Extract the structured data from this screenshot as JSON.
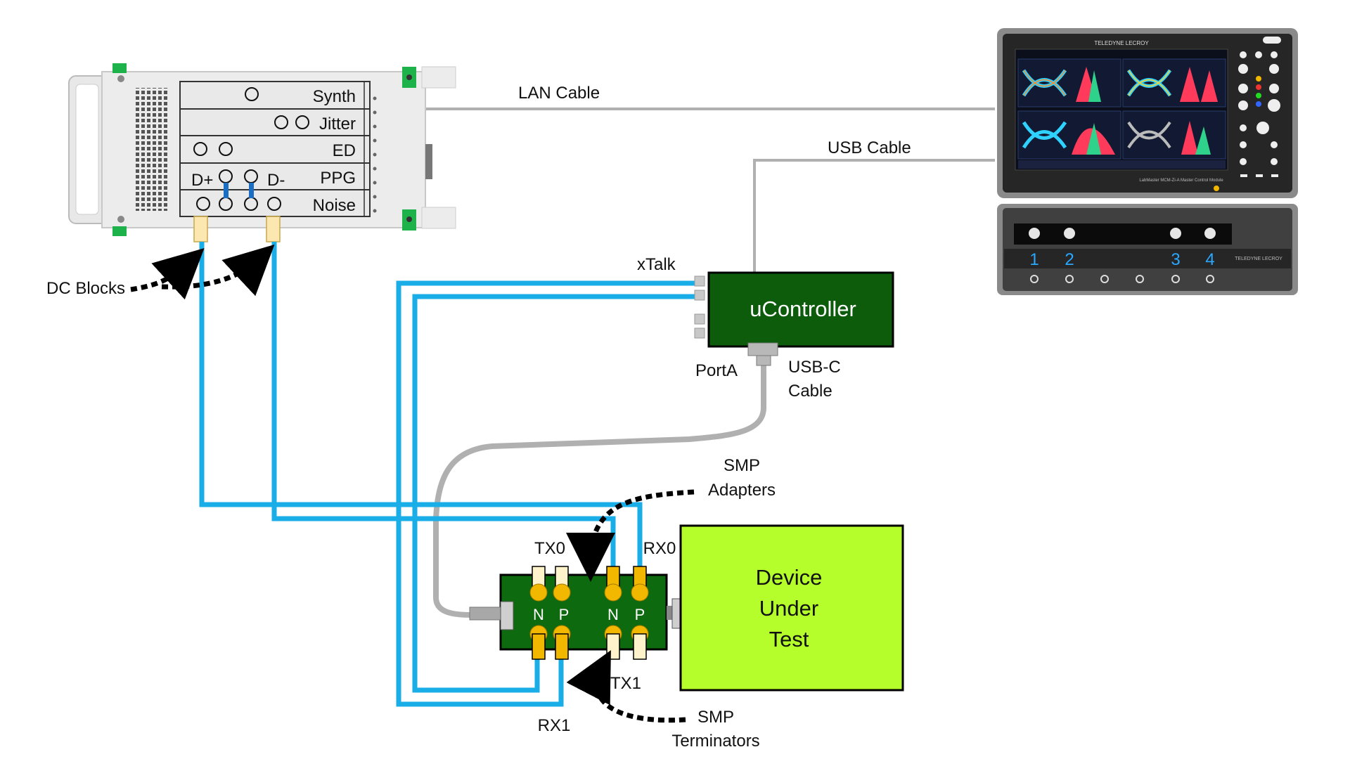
{
  "instrument": {
    "slots": [
      {
        "name": "Synth"
      },
      {
        "name": "Jitter"
      },
      {
        "name": "ED"
      },
      {
        "name": "PPG",
        "pos": "D+",
        "neg": "D-"
      },
      {
        "name": "Noise"
      }
    ]
  },
  "labels": {
    "lan_cable": "LAN Cable",
    "usb_cable": "USB Cable",
    "xtalk": "xTalk",
    "portA": "PortA",
    "usbc_line1": "USB-C",
    "usbc_line2": "Cable",
    "dc_blocks": "DC Blocks",
    "smp_adapters_line1": "SMP",
    "smp_adapters_line2": "Adapters",
    "smp_terminators_line1": "SMP",
    "smp_terminators_line2": "Terminators",
    "tx0": "TX0",
    "rx0": "RX0",
    "tx1": "TX1",
    "rx1": "RX1",
    "n_left": "N",
    "p_left": "P",
    "n_right": "N",
    "p_right": "P"
  },
  "controller": {
    "name": "uController"
  },
  "dut": {
    "line1": "Device",
    "line2": "Under",
    "line3": "Test"
  },
  "scope": {
    "brand": "TELEDYNE LECROY",
    "model": "LabMaster MCM-Zi-A Master Control Module",
    "channels": [
      "1",
      "2",
      "3",
      "4"
    ]
  },
  "colors": {
    "cable_blue": "#1aaee8",
    "cable_gray": "#b0b0b0",
    "controller_fill": "#0c5c0c",
    "dut_fill": "#b5fd2b",
    "board_fill": "#0e6a0e",
    "smp_gold": "#f2b800",
    "terminator": "#fff3cc",
    "scope_body": "#404040"
  }
}
